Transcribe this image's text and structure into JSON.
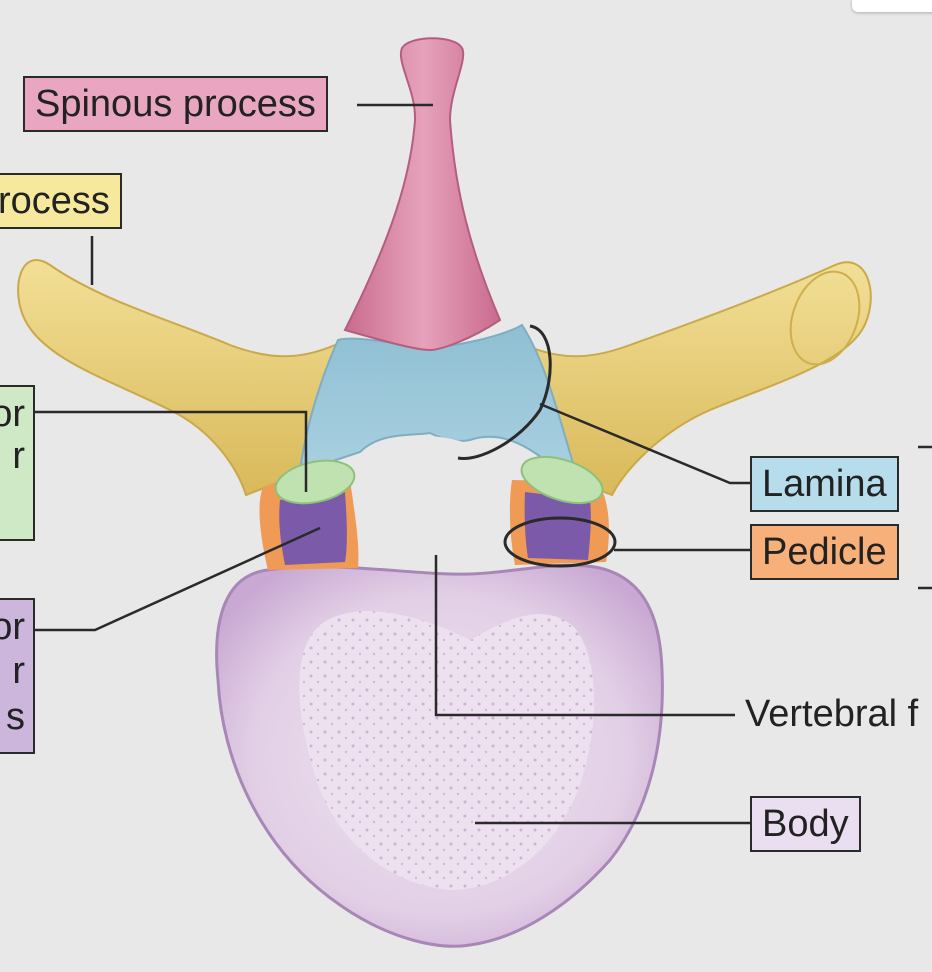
{
  "labels": {
    "spinous_process": "Spinous process",
    "transverse_process": "rocess",
    "superior_articular_lines": [
      "or",
      "r"
    ],
    "inferior_articular_lines": [
      "or",
      "r",
      "s"
    ],
    "lamina": "Lamina",
    "pedicle": "Pedicle",
    "vertebral_foramen": "Vertebral f",
    "body": "Body"
  },
  "colors": {
    "background": "#e8e8e8",
    "spinous": "#d98aa6",
    "transverse": "#ecd27a",
    "lamina": "#9cc6d8",
    "pedicle": "#f0a364",
    "superior_articular": "#bfe2b0",
    "inferior_articular": "#7a5aa8",
    "body": "#e2cde6",
    "label_spinous_bg": "#e8a6c0",
    "label_transverse_bg": "#f6e89c",
    "label_lamina_bg": "#b7dcec",
    "label_pedicle_bg": "#f7b07a",
    "label_superior_bg": "#cfe9c6",
    "label_inferior_bg": "#ccb6dc",
    "label_body_bg": "#eadff0"
  }
}
